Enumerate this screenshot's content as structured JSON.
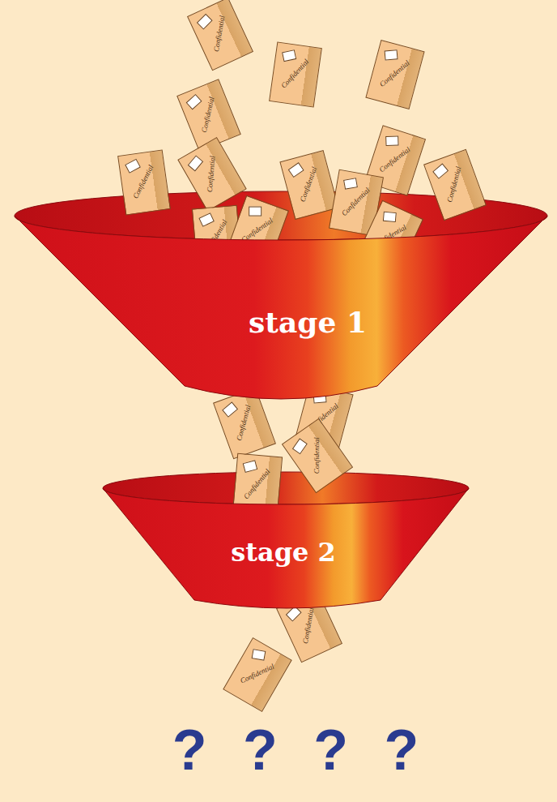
{
  "diagram": {
    "nodes": [
      {
        "text": [
          "Confidential"
        ]
      },
      {
        "text": [
          "Confidential"
        ]
      },
      {
        "text": [
          "Confidential"
        ]
      },
      {
        "text": [
          "Confidential"
        ]
      },
      {
        "text": [
          "Confidential"
        ]
      },
      {
        "text": [
          "Confidential"
        ]
      },
      {
        "text": [
          "Confidential"
        ]
      },
      {
        "text": [
          "Confidential"
        ]
      },
      {
        "text": [
          "Confidential"
        ]
      },
      {
        "text": [
          "Confidential"
        ]
      },
      {
        "text": [
          "Confidential"
        ]
      },
      {
        "text": [
          "Confidential"
        ]
      },
      {
        "text": [
          "Confidential"
        ]
      },
      {
        "text": [
          "stage 1"
        ]
      },
      {
        "text": [
          "Confidential"
        ]
      },
      {
        "text": [
          "Confidential"
        ]
      },
      {
        "text": [
          "Confidential"
        ]
      },
      {
        "text": [
          "Confidential"
        ]
      },
      {
        "text": [
          "stage 2"
        ]
      },
      {
        "text": [
          "Confidential"
        ]
      },
      {
        "text": [
          "Confidential"
        ]
      }
    ],
    "labels": [
      "? ? ? ?"
    ]
  }
}
